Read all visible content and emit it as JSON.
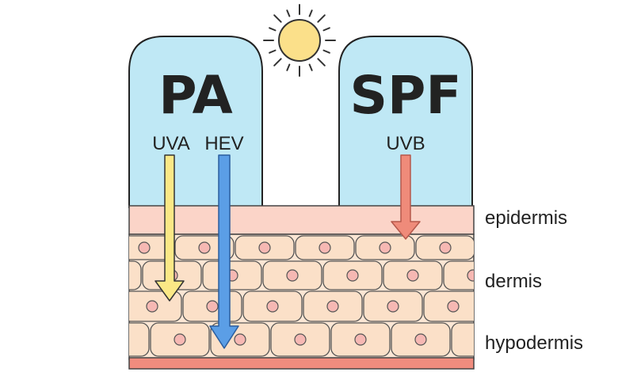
{
  "panels": {
    "pa": {
      "title": "PA",
      "rays": [
        "UVA",
        "HEV"
      ]
    },
    "spf": {
      "title": "SPF",
      "rays": [
        "UVB"
      ]
    }
  },
  "layers": {
    "epidermis": "epidermis",
    "dermis": "dermis",
    "hypodermis": "hypodermis"
  },
  "colors": {
    "panel_fill": "#bfe8f5",
    "sun": "#fbe08a",
    "uva_arrow": "#fbe886",
    "hev_arrow": "#5b9ee6",
    "uvb_arrow": "#ef8b7a",
    "epidermis_fill": "#fbd4c8",
    "cell_fill": "#fbe0c8",
    "nucleus_fill": "#f6b8b3",
    "base_strip": "#f08c7e"
  },
  "icons": {
    "sun": "sun-icon"
  }
}
